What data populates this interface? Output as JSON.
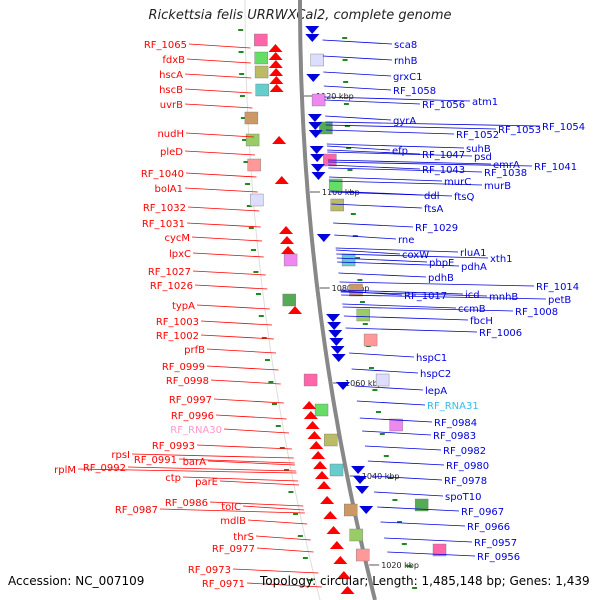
{
  "title": "Rickettsia felis URRWXCal2, complete genome",
  "footer": {
    "accession": "Accession: NC_007109",
    "topology": "Topology: circular; Length: 1,485,148 bp; Genes: 1,439"
  },
  "colors": {
    "forward": "#ff0000",
    "reverse": "#0000dd",
    "rna_forward": "#ff99cc",
    "rna_reverse": "#33bbee",
    "backbone": "#888888",
    "gc_marker": "#228822"
  },
  "kbp_labels": [
    "1120 kbp",
    "1100 kbp",
    "1080 kbp",
    "1060 kbp",
    "1040 kbp",
    "1020 kbp"
  ],
  "left_labels": [
    "RF_1065",
    "fdxB",
    "hscA",
    "hscB",
    "uvrB",
    "nudH",
    "pleD",
    "RF_1040",
    "bolA1",
    "RF_1032",
    "RF_1031",
    "cycM",
    "lpxC",
    "RF_1027",
    "RF_1026",
    "typA",
    "RF_1003",
    "RF_1002",
    "prfB",
    "RF_0999",
    "RF_0998",
    "RF_0997",
    "RF_0996",
    "RF_RNA30",
    "RF_0993",
    "rpsI",
    "RF_0991",
    "rplM",
    "RF_0992",
    "barA",
    "ctp",
    "parE",
    "RF_0987",
    "RF_0986",
    "tolC",
    "mdlB",
    "thrS",
    "RF_0977",
    "RF_0973",
    "RF_0971"
  ],
  "right_labels": [
    "sca8",
    "rnhB",
    "grxC1",
    "RF_1058",
    "RF_1056",
    "atm1",
    "gyrA",
    "RF_1052",
    "RF_1053",
    "RF_1054",
    "efp",
    "suhB",
    "RF_1047",
    "psd",
    "emrA",
    "RF_1041",
    "RF_1043",
    "RF_1038",
    "murC",
    "murB",
    "ddl",
    "ftsQ",
    "ftsA",
    "RF_1029",
    "rne",
    "coxW",
    "rluA1",
    "xth1",
    "pbpE",
    "pdhA",
    "pdhB",
    "RF_1014",
    "icd",
    "RF_1017",
    "mnhB",
    "petB",
    "ccmB",
    "RF_1008",
    "fbcH",
    "RF_1006",
    "hspC1",
    "hspC2",
    "lepA",
    "RF_RNA31",
    "RF_0984",
    "RF_0983",
    "RF_0982",
    "RF_0980",
    "RF_0978",
    "spoT10",
    "RF_0967",
    "RF_0966",
    "RF_0957",
    "RF_0956"
  ]
}
